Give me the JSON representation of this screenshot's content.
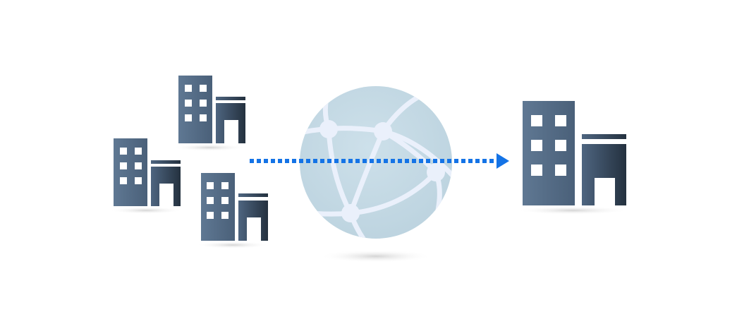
{
  "diagram": {
    "sources": [
      {
        "id": "building-top"
      },
      {
        "id": "building-left"
      },
      {
        "id": "building-bottom"
      }
    ],
    "network": {
      "icon": "globe-network-icon"
    },
    "destination": {
      "id": "building-destination"
    },
    "link": {
      "style": "dotted",
      "direction": "left-to-right"
    }
  },
  "colors": {
    "building_light": "#5c7590",
    "building_dark": "#2a3a4c",
    "window": "#ffffff",
    "globe_fill": "#c6dbe6",
    "globe_mesh": "#eaf0fb",
    "arrow": "#1473e6",
    "shadow": "#d8d8d8"
  }
}
